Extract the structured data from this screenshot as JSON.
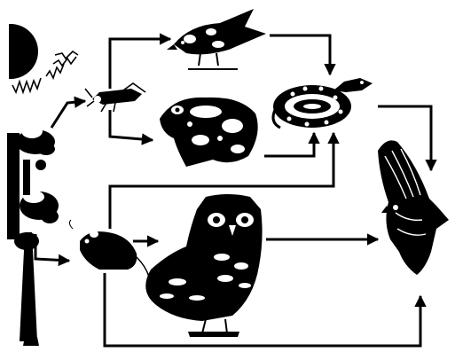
{
  "diagram": {
    "type": "food-web",
    "organisms": [
      {
        "id": "sun",
        "icon": "sun-icon"
      },
      {
        "id": "tree",
        "icon": "tree-icon"
      },
      {
        "id": "grasshopper",
        "icon": "grasshopper-icon"
      },
      {
        "id": "songbird",
        "icon": "songbird-icon"
      },
      {
        "id": "frog",
        "icon": "frog-icon"
      },
      {
        "id": "snake",
        "icon": "snake-icon"
      },
      {
        "id": "mouse",
        "icon": "mouse-icon"
      },
      {
        "id": "owl",
        "icon": "owl-icon"
      },
      {
        "id": "hawk",
        "icon": "hawk-icon"
      }
    ],
    "links": [
      {
        "from": "tree",
        "to": "grasshopper"
      },
      {
        "from": "grasshopper",
        "to": "songbird"
      },
      {
        "from": "grasshopper",
        "to": "frog"
      },
      {
        "from": "songbird",
        "to": "snake"
      },
      {
        "from": "frog",
        "to": "snake"
      },
      {
        "from": "mouse",
        "to": "snake"
      },
      {
        "from": "tree",
        "to": "mouse"
      },
      {
        "from": "mouse",
        "to": "owl"
      },
      {
        "from": "mouse",
        "to": "hawk"
      },
      {
        "from": "snake",
        "to": "hawk"
      },
      {
        "from": "owl",
        "to": "hawk"
      }
    ],
    "colors": {
      "ink": "#000000",
      "paper": "#ffffff"
    }
  }
}
